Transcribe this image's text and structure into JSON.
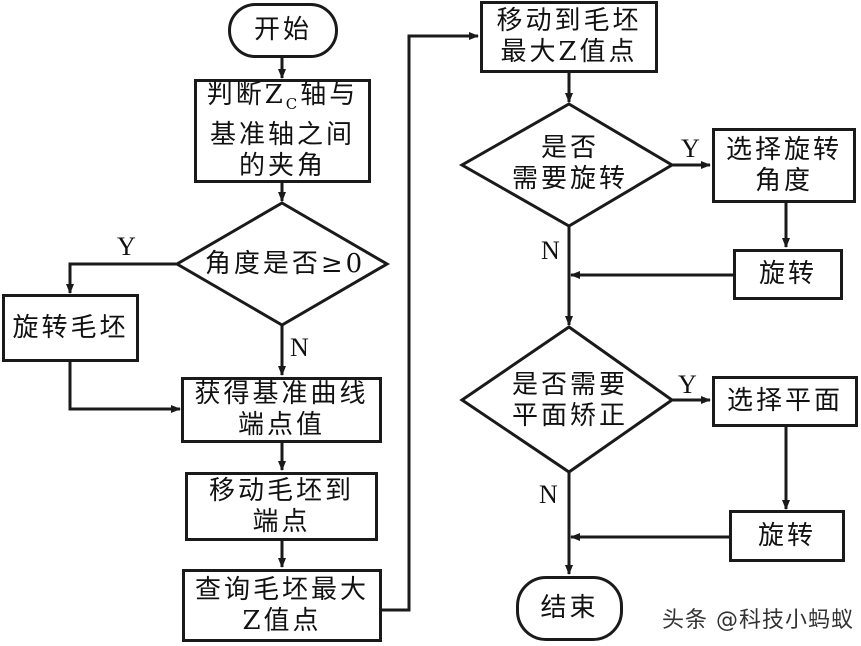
{
  "diagram": {
    "type": "flowchart",
    "nodes": {
      "start": "开始",
      "judge_angle": [
        "判断Z",
        "C",
        "轴与",
        "基准轴之间",
        "的夹角"
      ],
      "angle_decision": "角度是否≥0",
      "rotate_blank": "旋转毛坯",
      "get_endpoint": [
        "获得基准曲线",
        "端点值"
      ],
      "move_blank": [
        "移动毛坯到",
        "端点"
      ],
      "query_max_z": [
        "查询毛坯最大",
        "Z值点"
      ],
      "move_to_max_z": [
        "移动到毛坯",
        "最大Z值点"
      ],
      "need_rotate": [
        "是否",
        "需要旋转"
      ],
      "select_angle": [
        "选择旋转",
        "角度"
      ],
      "rotate_1": "旋转",
      "need_plane": [
        "是否需要",
        "平面矫正"
      ],
      "select_plane": "选择平面",
      "rotate_2": "旋转",
      "end": "结束"
    },
    "labels": {
      "yes": "Y",
      "no": "N"
    },
    "edges": [
      {
        "from": "start",
        "to": "judge_angle"
      },
      {
        "from": "judge_angle",
        "to": "angle_decision"
      },
      {
        "from": "angle_decision",
        "to": "rotate_blank",
        "label": "Y"
      },
      {
        "from": "angle_decision",
        "to": "get_endpoint",
        "label": "N"
      },
      {
        "from": "rotate_blank",
        "to": "get_endpoint"
      },
      {
        "from": "get_endpoint",
        "to": "move_blank"
      },
      {
        "from": "move_blank",
        "to": "query_max_z"
      },
      {
        "from": "query_max_z",
        "to": "move_to_max_z"
      },
      {
        "from": "move_to_max_z",
        "to": "need_rotate"
      },
      {
        "from": "need_rotate",
        "to": "select_angle",
        "label": "Y"
      },
      {
        "from": "select_angle",
        "to": "rotate_1"
      },
      {
        "from": "rotate_1",
        "to": "need_plane"
      },
      {
        "from": "need_rotate",
        "to": "need_plane",
        "label": "N"
      },
      {
        "from": "need_plane",
        "to": "select_plane",
        "label": "Y"
      },
      {
        "from": "select_plane",
        "to": "rotate_2"
      },
      {
        "from": "rotate_2",
        "to": "end"
      },
      {
        "from": "need_plane",
        "to": "end",
        "label": "N"
      }
    ]
  },
  "watermark": "头条 @科技小蚂蚁"
}
